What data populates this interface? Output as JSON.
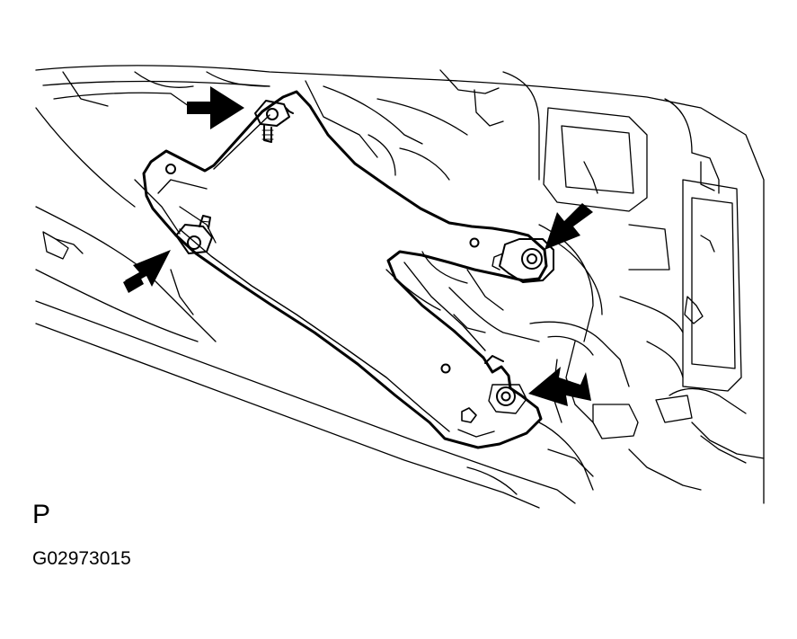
{
  "figure": {
    "view_letter": "P",
    "figure_code": "G02973015"
  },
  "callouts": [
    {
      "name": "top-bolt-arrow",
      "icon": "arrow-icon"
    },
    {
      "name": "left-bolt-arrow",
      "icon": "arrow-icon"
    },
    {
      "name": "right-bolt-arrow",
      "icon": "arrow-icon"
    },
    {
      "name": "bottom-bolt-arrow",
      "icon": "arrow-icon"
    }
  ],
  "colors": {
    "line": "#000000",
    "background": "#ffffff"
  }
}
